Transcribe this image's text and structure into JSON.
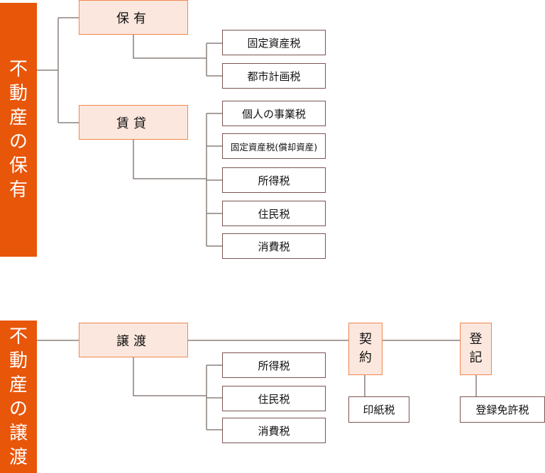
{
  "sections": [
    {
      "title_chars": [
        "不",
        "動",
        "産",
        "の",
        "保",
        "有"
      ]
    },
    {
      "title_chars": [
        "不",
        "動",
        "産",
        "の",
        "譲",
        "渡"
      ]
    }
  ],
  "holding": {
    "own": {
      "label": "保有",
      "taxes": [
        "固定資産税",
        "都市計画税"
      ]
    },
    "lease": {
      "label": "賃貸",
      "taxes": [
        "個人の事業税",
        "固定資産税(償却資産)",
        "所得税",
        "住民税",
        "消費税"
      ]
    }
  },
  "transfer": {
    "label": "譲渡",
    "taxes": [
      "所得税",
      "住民税",
      "消費税"
    ],
    "contract": {
      "chars": [
        "契",
        "約"
      ],
      "tax": "印紙税"
    },
    "registration": {
      "chars": [
        "登",
        "記"
      ],
      "tax": "登録免許税"
    }
  },
  "colors": {
    "accent": "#E8560A",
    "category_fill": "#FBE7DD",
    "category_border": "#F0874E",
    "tax_border": "#7A5552",
    "line": "#8A807C"
  }
}
